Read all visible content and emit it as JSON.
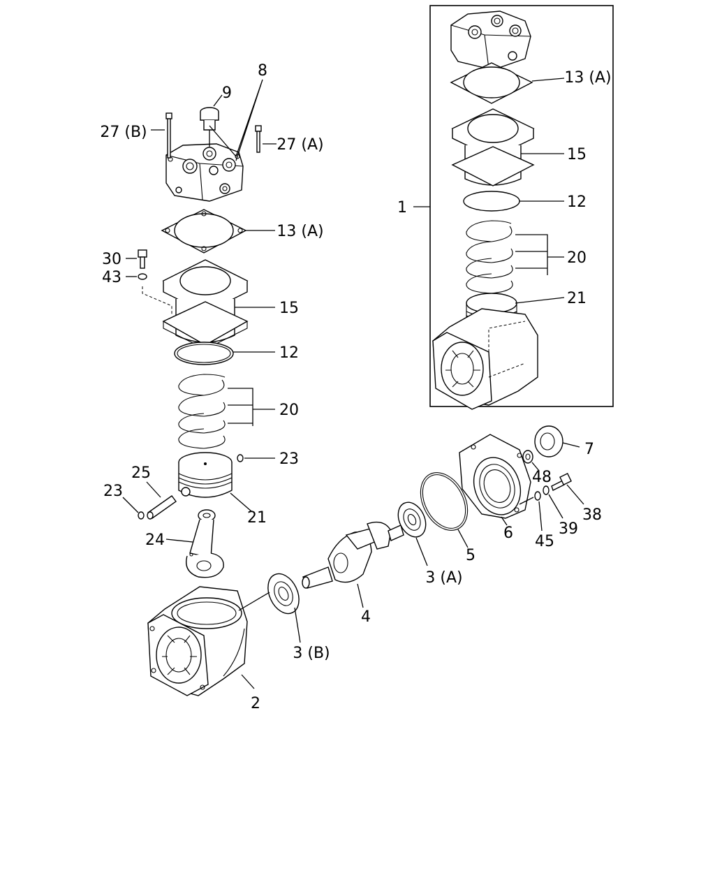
{
  "diagram": {
    "labels": {
      "l1": "1",
      "l2": "2",
      "l3a": "3 (A)",
      "l3b": "3 (B)",
      "l4": "4",
      "l5": "5",
      "l6": "6",
      "l7": "7",
      "l8": "8",
      "l9": "9",
      "l12": "12",
      "l13a": "13 (A)",
      "l15": "15",
      "l20": "20",
      "l21": "21",
      "l23a": "23",
      "l23b": "23",
      "l24": "24",
      "l25": "25",
      "l27a": "27 (A)",
      "l27b": "27 (B)",
      "l30": "30",
      "l38": "38",
      "l39": "39",
      "l43": "43",
      "l45": "45",
      "l48": "48",
      "b13a": "13 (A)",
      "b15": "15",
      "b12": "12",
      "b20": "20",
      "b21": "21"
    }
  }
}
